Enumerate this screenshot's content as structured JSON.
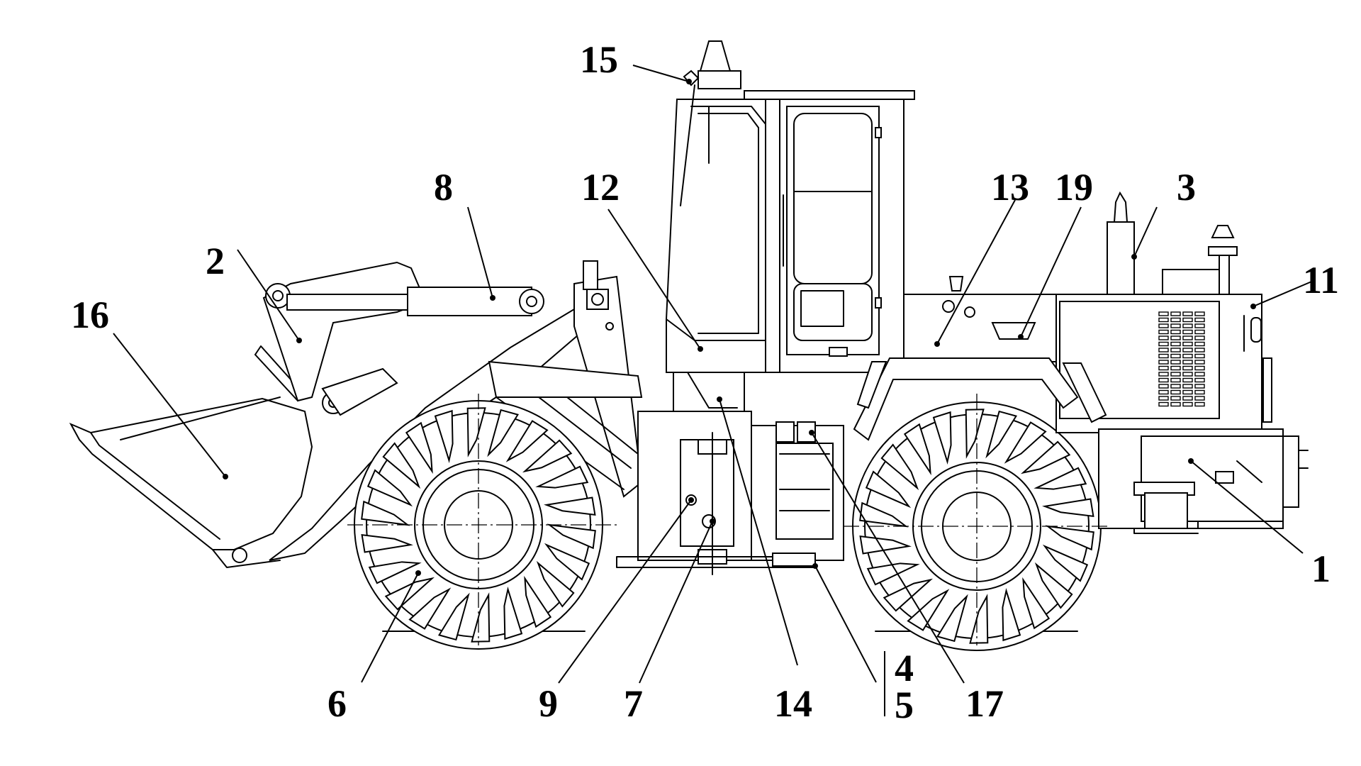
{
  "callouts": {
    "c1": "1",
    "c2": "2",
    "c3": "3",
    "c4": "4",
    "c5": "5",
    "c6": "6",
    "c7": "7",
    "c8": "8",
    "c9": "9",
    "c11": "11",
    "c12": "12",
    "c13": "13",
    "c14": "14",
    "c15": "15",
    "c16": "16",
    "c17": "17",
    "c19": "19"
  },
  "colors": {
    "line": "#000000",
    "background": "#ffffff"
  }
}
